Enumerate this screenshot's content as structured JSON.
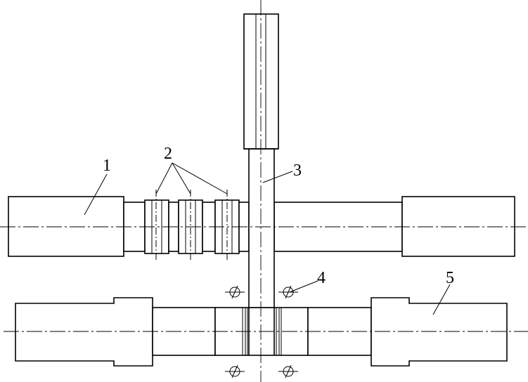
{
  "labels": {
    "l1": "1",
    "l2": "2",
    "l3": "3",
    "l4": "4",
    "l5": "5"
  },
  "symbols": {
    "clamp_marker": "circle-crosshair-icon"
  }
}
